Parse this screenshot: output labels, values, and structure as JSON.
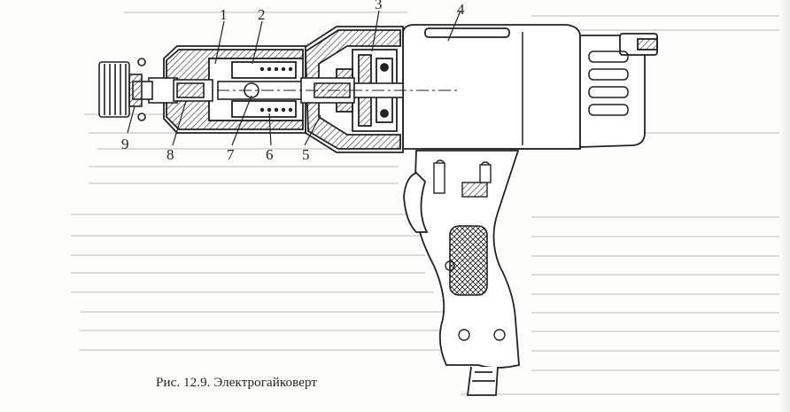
{
  "caption": "Рис. 12.9. Электрогайковерт",
  "labels": {
    "l1": "1",
    "l2": "2",
    "l3": "3",
    "l4": "4",
    "l5": "5",
    "l6": "6",
    "l7": "7",
    "l8": "8",
    "l9": "9"
  }
}
